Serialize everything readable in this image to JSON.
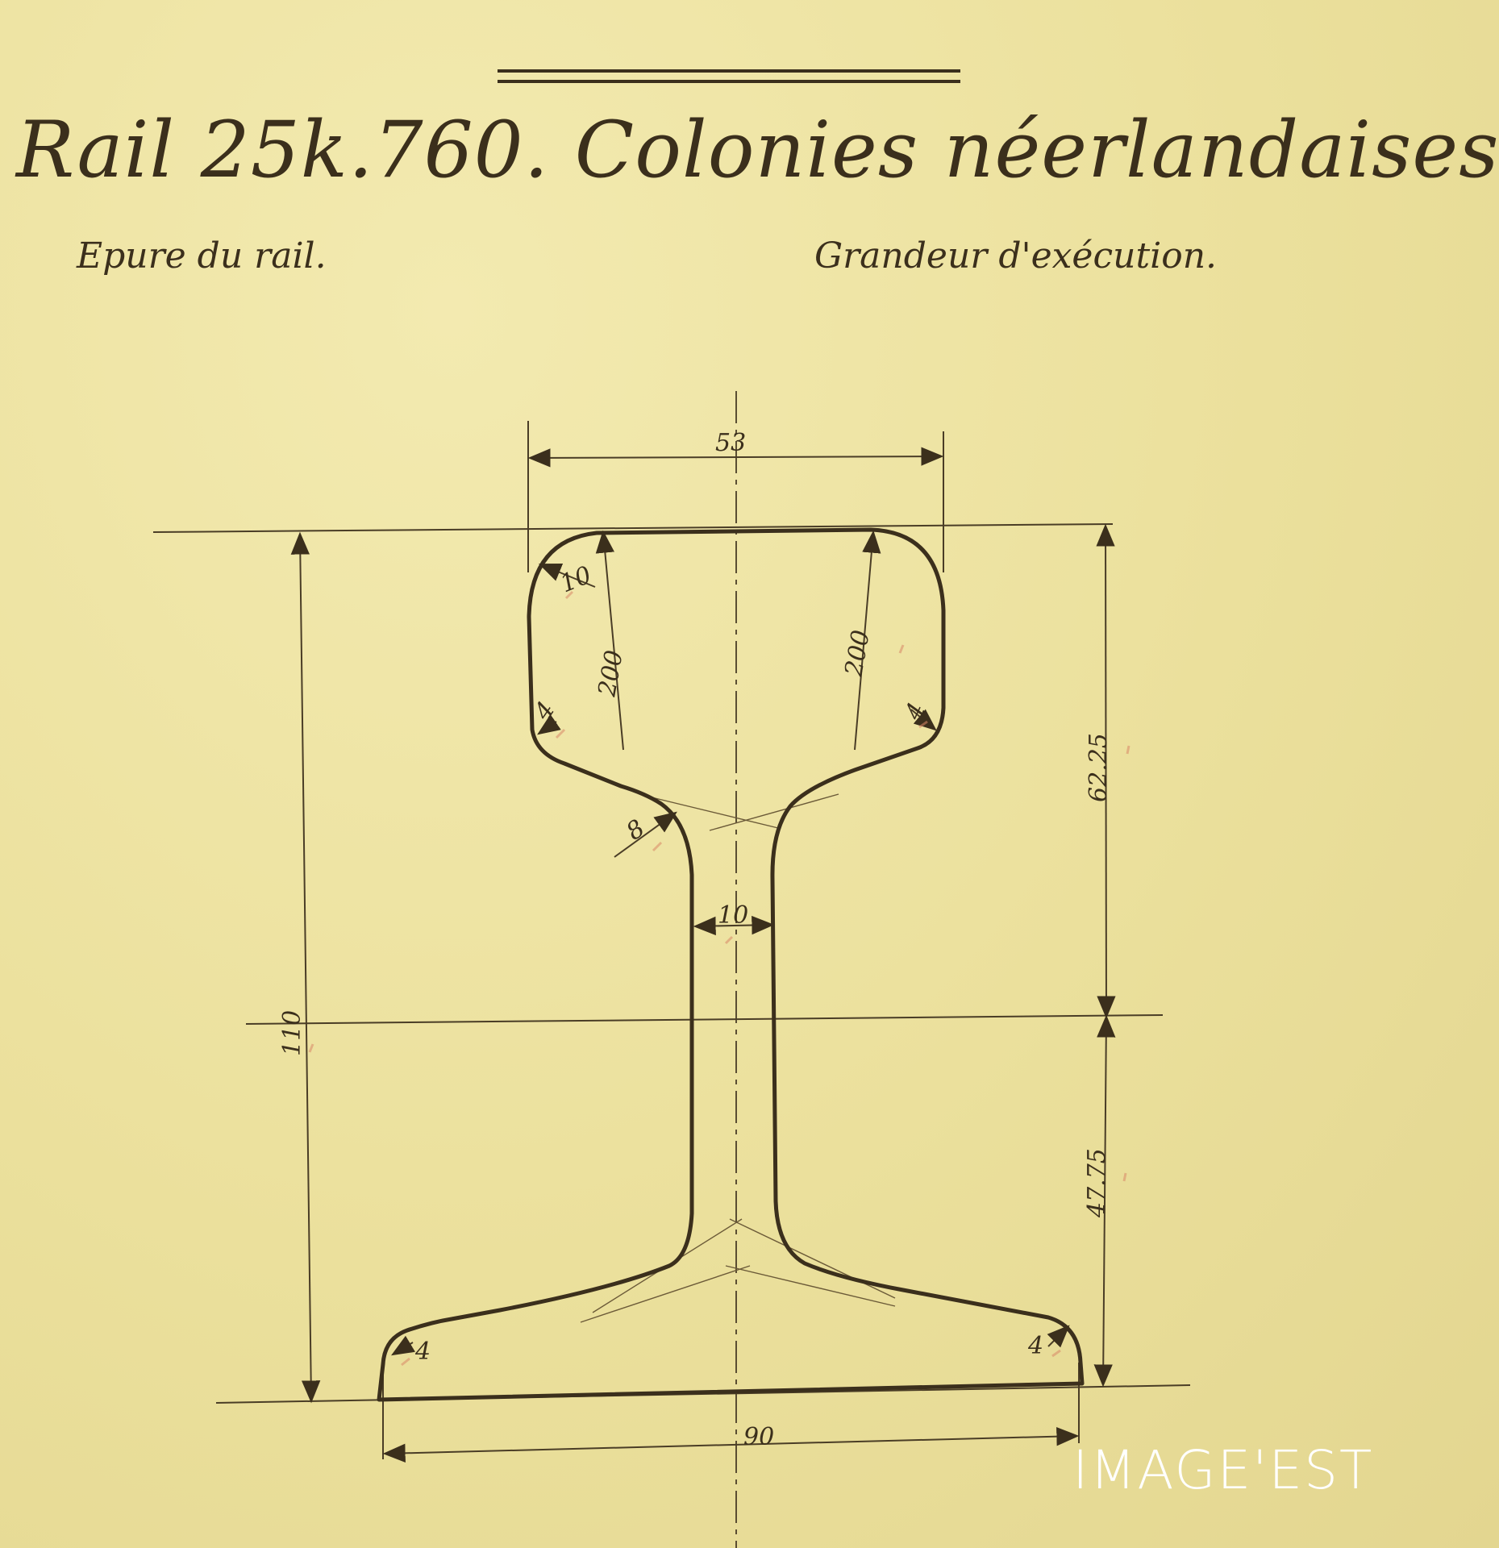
{
  "title": {
    "main": "Rail 25k.760. Colonies néerlandaises",
    "subtitle_left": "Epure du rail.",
    "subtitle_right": "Grandeur d'exécution."
  },
  "dimensions": {
    "head_width": "53",
    "total_height": "110",
    "upper_height": "62.25",
    "lower_height": "47.75",
    "web_thickness": "10",
    "foot_width": "90",
    "head_corner_radius": "10",
    "head_crown_radius_left": "200",
    "head_crown_radius_right": "200",
    "head_lower_radius_left": "4",
    "head_lower_radius_right": "4",
    "fillet_radius": "8",
    "foot_radius_left": "4",
    "foot_radius_right": "4"
  },
  "watermark": "IMAGE'EST",
  "colors": {
    "paper": "#ede3a3",
    "ink": "#3b2f1c",
    "watermark": "#ffffff"
  }
}
